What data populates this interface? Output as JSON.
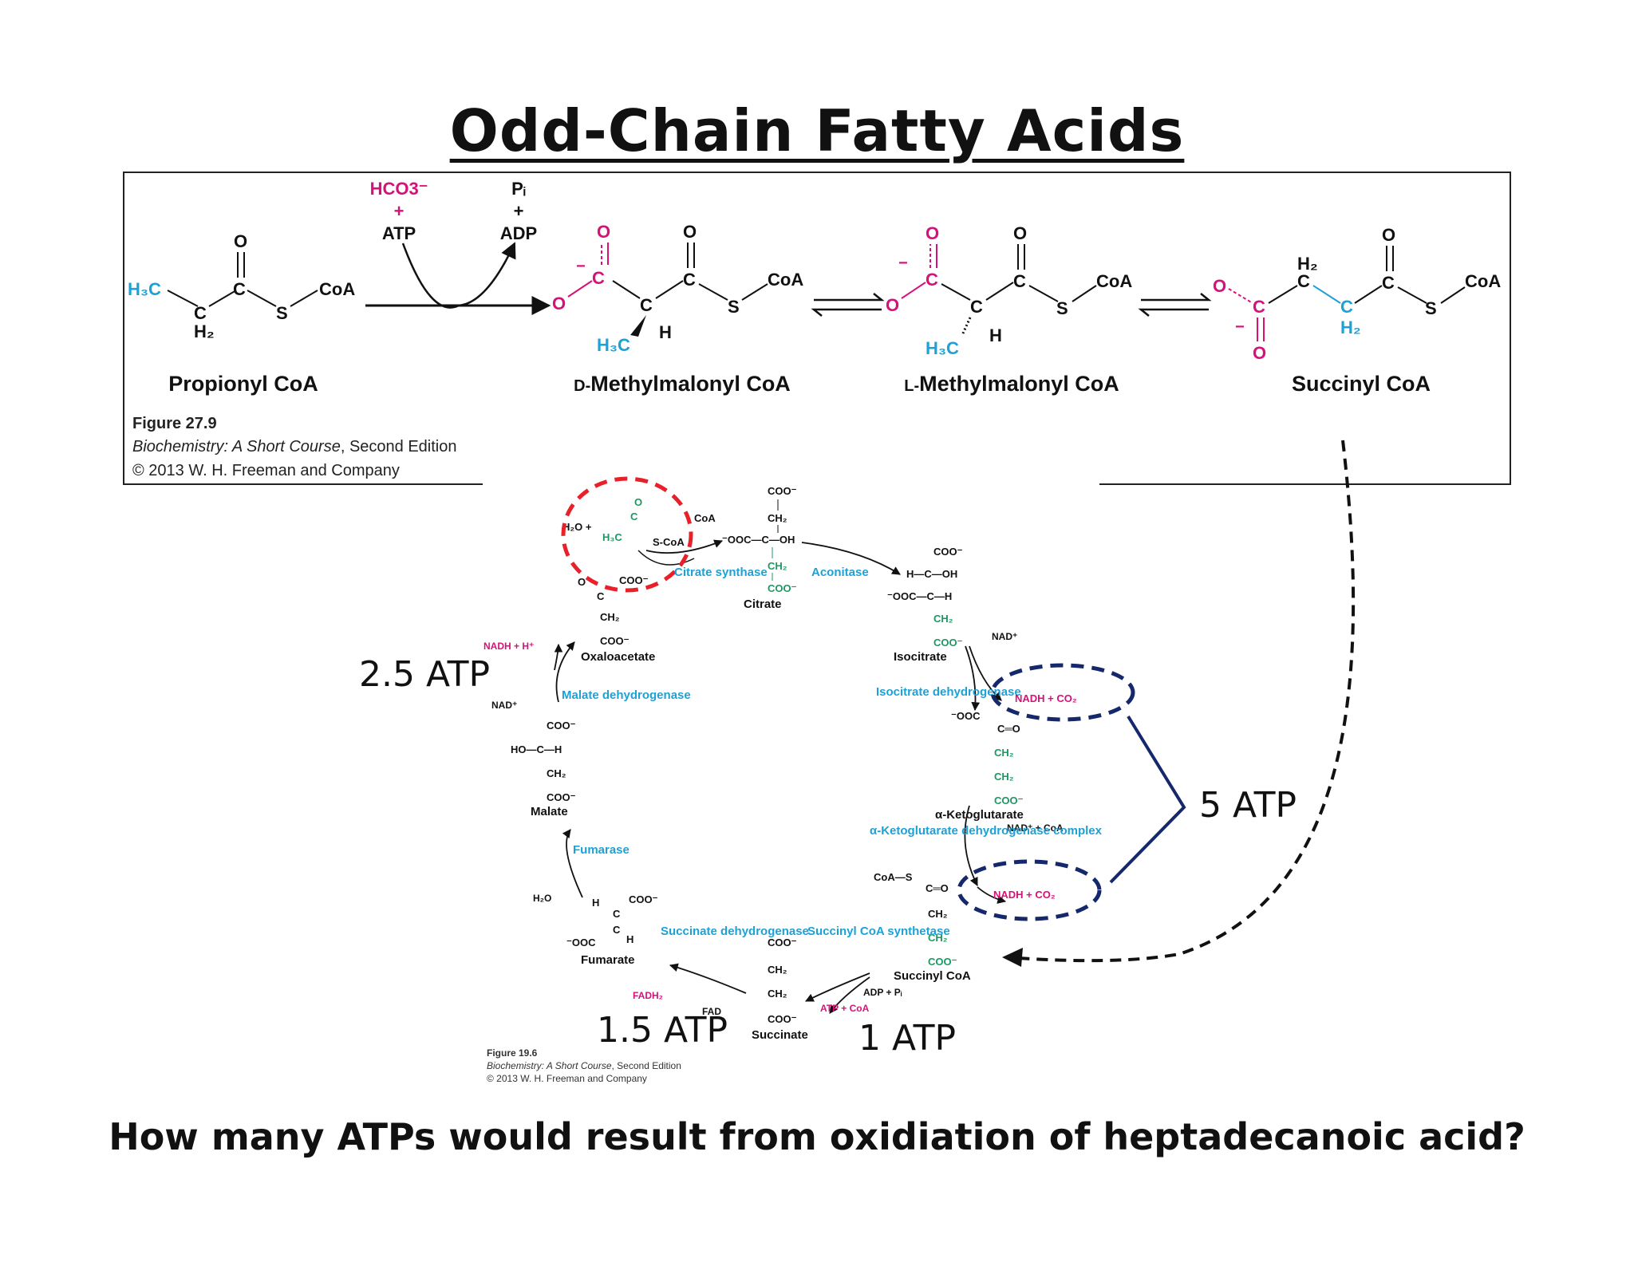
{
  "title": "Odd-Chain Fatty Acids",
  "question": "How many ATPs would result from oxidiation of heptadecanoic acid?",
  "colors": {
    "magenta": "#d6127a",
    "cyan": "#1da1d6",
    "green": "#1a9a63",
    "navy": "#14286b",
    "red": "#e8202a",
    "black": "#111111"
  },
  "top_figure": {
    "reagents_in": {
      "bicarbonate": "HCO3⁻",
      "plus": "+",
      "atp": "ATP"
    },
    "reagents_out": {
      "pi": "Pᵢ",
      "plus": "+",
      "adp": "ADP"
    },
    "compounds": {
      "propionyl": "Propionyl CoA",
      "d_prefix": "D-",
      "d_name": "Methylmalonyl CoA",
      "l_prefix": "L-",
      "l_name": "Methylmalonyl CoA",
      "succinyl": "Succinyl CoA"
    },
    "caption": {
      "figure": "Figure 27.9",
      "book": "Biochemistry: A Short Course",
      "edition": ", Second Edition",
      "copyright": "© 2013 W. H. Freeman and Company"
    }
  },
  "cycle": {
    "metabolites": [
      "Citrate",
      "Isocitrate",
      "α-Ketoglutarate",
      "Succinyl CoA",
      "Succinate",
      "Fumarate",
      "Malate",
      "Oxaloacetate"
    ],
    "enzymes": {
      "citrate_synthase": "Citrate synthase",
      "aconitase": "Aconitase",
      "isocitrate_dh": "Isocitrate dehydrogenase",
      "akg_dh": "α-Ketoglutarate dehydrogenase complex",
      "succinyl_synthetase": "Succinyl CoA synthetase",
      "succinate_dh": "Succinate dehydrogenase",
      "fumarase": "Fumarase",
      "malate_dh": "Malate dehydrogenase"
    },
    "cofactors": {
      "nadh_h": "NADH + H⁺",
      "nad": "NAD⁺",
      "nadh_co2": "NADH + CO₂",
      "nad_coa": "NAD⁺ + CoA",
      "adp_pi": "ADP + Pᵢ",
      "atp_coa": "ATP + CoA",
      "fadh2": "FADH₂",
      "fad": "FAD",
      "h2o": "H₂O",
      "coa": "CoA"
    },
    "caption": {
      "figure": "Figure 19.6",
      "book": "Biochemistry: A Short Course",
      "edition": ", Second Edition",
      "copyright": "© 2013 W. H. Freeman and Company"
    }
  },
  "annotations": {
    "atp_malate": "2.5 ATP",
    "atp_nadh_pair": "5 ATP",
    "atp_fadh2": "1.5 ATP",
    "atp_gtp": "1 ATP"
  }
}
